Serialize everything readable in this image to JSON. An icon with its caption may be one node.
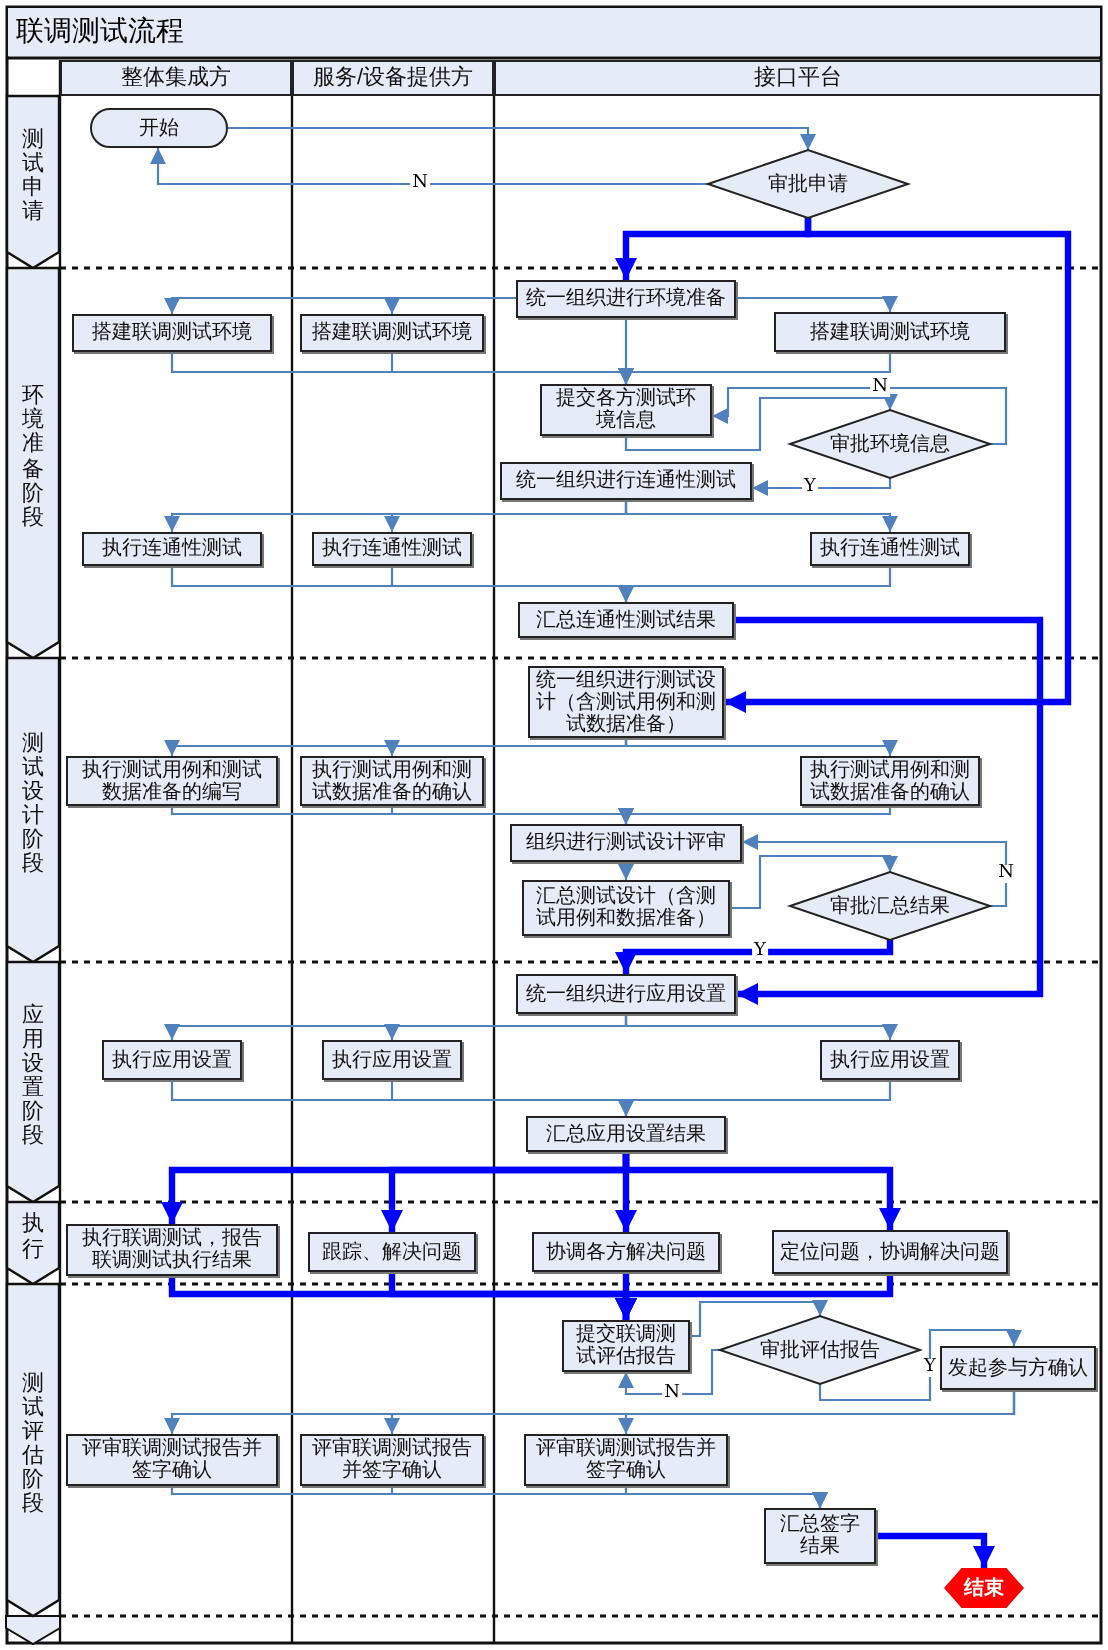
{
  "diagram": {
    "title": "联调测试流程",
    "nodes": [
      {
        "text": [
          "整体集成方"
        ]
      },
      {
        "text": [
          "服务/设备提供方"
        ]
      },
      {
        "text": [
          "接口平台"
        ]
      },
      {
        "text": [
          "测试申请"
        ]
      },
      {
        "text": [
          "环境准备阶段"
        ]
      },
      {
        "text": [
          "测试设计阶段"
        ]
      },
      {
        "text": [
          "应用设置阶段"
        ]
      },
      {
        "text": [
          "执行"
        ]
      },
      {
        "text": [
          "测试评估阶段"
        ]
      },
      {
        "text": [
          "开始"
        ]
      },
      {
        "text": [
          "审批申请"
        ]
      },
      {
        "text": [
          "统一组织进行环境准备"
        ]
      },
      {
        "text": [
          "搭建联调测试环境"
        ]
      },
      {
        "text": [
          "搭建联调测试环境"
        ]
      },
      {
        "text": [
          "搭建联调测试环境"
        ]
      },
      {
        "text": [
          "提交各方测试环境信息"
        ]
      },
      {
        "text": [
          "审批环境信息"
        ]
      },
      {
        "text": [
          "统一组织进行连通性测试"
        ]
      },
      {
        "text": [
          "执行连通性测试"
        ]
      },
      {
        "text": [
          "执行连通性测试"
        ]
      },
      {
        "text": [
          "执行连通性测试"
        ]
      },
      {
        "text": [
          "汇总连通性测试结果"
        ]
      },
      {
        "text": [
          "统一组织进行测试设计（含测试用例和测试数据准备）"
        ]
      },
      {
        "text": [
          "执行测试用例和测试数据准备的编写"
        ]
      },
      {
        "text": [
          "执行测试用例和测试数据准备的确认"
        ]
      },
      {
        "text": [
          "执行测试用例和测试数据准备的确认"
        ]
      },
      {
        "text": [
          "组织进行测试设计评审"
        ]
      },
      {
        "text": [
          "汇总测试设计（含测试用例和数据准备）"
        ]
      },
      {
        "text": [
          "审批汇总结果"
        ]
      },
      {
        "text": [
          "统一组织进行应用设置"
        ]
      },
      {
        "text": [
          "执行应用设置"
        ]
      },
      {
        "text": [
          "执行应用设置"
        ]
      },
      {
        "text": [
          "执行应用设置"
        ]
      },
      {
        "text": [
          "汇总应用设置结果"
        ]
      },
      {
        "text": [
          "执行联调测试，报告联调测试执行结果"
        ]
      },
      {
        "text": [
          "跟踪、解决问题"
        ]
      },
      {
        "text": [
          "协调各方解决问题"
        ]
      },
      {
        "text": [
          "定位问题，协调解决问题"
        ]
      },
      {
        "text": [
          "提交联调测试评估报告"
        ]
      },
      {
        "text": [
          "审批评估报告"
        ]
      },
      {
        "text": [
          "发起参与方确认"
        ]
      },
      {
        "text": [
          "评审联调测试报告并签字确认"
        ]
      },
      {
        "text": [
          "评审联调测试报告并签字确认"
        ]
      },
      {
        "text": [
          "评审联调测试报告并签字确认"
        ]
      },
      {
        "text": [
          "汇总签字结果"
        ]
      },
      {
        "text": [
          "结束"
        ]
      }
    ],
    "edges": [
      {
        "from": 9,
        "to": 10,
        "arrow": "to"
      },
      {
        "from": 10,
        "to": 9,
        "arrow": "to",
        "label": "N"
      },
      {
        "from": 10,
        "to": 11,
        "arrow": "to",
        "style": "thick",
        "color": "#0000ff"
      },
      {
        "from": 10,
        "to": 22,
        "arrow": "to",
        "style": "thick",
        "color": "#0000ff"
      },
      {
        "from": 11,
        "to": 12,
        "arrow": "to"
      },
      {
        "from": 11,
        "to": 13,
        "arrow": "to"
      },
      {
        "from": 11,
        "to": 14,
        "arrow": "to"
      },
      {
        "from": 11,
        "to": 15,
        "arrow": "to"
      },
      {
        "from": 12,
        "to": 15,
        "arrow": "to"
      },
      {
        "from": 13,
        "to": 15,
        "arrow": "to"
      },
      {
        "from": 14,
        "to": 15,
        "arrow": "to"
      },
      {
        "from": 15,
        "to": 16,
        "arrow": "to"
      },
      {
        "from": 16,
        "to": 15,
        "arrow": "to",
        "label": "N"
      },
      {
        "from": 16,
        "to": 17,
        "arrow": "to",
        "label": "Y"
      },
      {
        "from": 17,
        "to": 18,
        "arrow": "to"
      },
      {
        "from": 17,
        "to": 19,
        "arrow": "to"
      },
      {
        "from": 17,
        "to": 20,
        "arrow": "to"
      },
      {
        "from": 18,
        "to": 21,
        "arrow": "to"
      },
      {
        "from": 19,
        "to": 21,
        "arrow": "to"
      },
      {
        "from": 20,
        "to": 21,
        "arrow": "to"
      },
      {
        "from": 21,
        "to": 29,
        "arrow": "to",
        "style": "thick",
        "color": "#0000ff"
      },
      {
        "from": 22,
        "to": 23,
        "arrow": "to"
      },
      {
        "from": 22,
        "to": 24,
        "arrow": "to"
      },
      {
        "from": 22,
        "to": 25,
        "arrow": "to"
      },
      {
        "from": 23,
        "to": 26,
        "arrow": "to"
      },
      {
        "from": 24,
        "to": 26,
        "arrow": "to"
      },
      {
        "from": 25,
        "to": 26,
        "arrow": "to"
      },
      {
        "from": 26,
        "to": 27,
        "arrow": "to"
      },
      {
        "from": 27,
        "to": 28,
        "arrow": "to"
      },
      {
        "from": 28,
        "to": 26,
        "arrow": "to",
        "label": "N"
      },
      {
        "from": 28,
        "to": 29,
        "arrow": "to",
        "label": "Y",
        "style": "thick",
        "color": "#0000ff"
      },
      {
        "from": 29,
        "to": 30,
        "arrow": "to"
      },
      {
        "from": 29,
        "to": 31,
        "arrow": "to"
      },
      {
        "from": 29,
        "to": 32,
        "arrow": "to"
      },
      {
        "from": 30,
        "to": 33,
        "arrow": "to"
      },
      {
        "from": 31,
        "to": 33,
        "arrow": "to"
      },
      {
        "from": 32,
        "to": 33,
        "arrow": "to"
      },
      {
        "from": 33,
        "to": 34,
        "arrow": "to",
        "style": "thick",
        "color": "#0000ff"
      },
      {
        "from": 33,
        "to": 35,
        "arrow": "to",
        "style": "thick",
        "color": "#0000ff"
      },
      {
        "from": 33,
        "to": 36,
        "arrow": "to",
        "style": "thick",
        "color": "#0000ff"
      },
      {
        "from": 33,
        "to": 37,
        "arrow": "to",
        "style": "thick",
        "color": "#0000ff"
      },
      {
        "from": 34,
        "to": 38,
        "arrow": "to",
        "style": "thick",
        "color": "#0000ff"
      },
      {
        "from": 35,
        "to": 38,
        "arrow": "to",
        "style": "thick",
        "color": "#0000ff"
      },
      {
        "from": 36,
        "to": 38,
        "arrow": "to",
        "style": "thick",
        "color": "#0000ff"
      },
      {
        "from": 37,
        "to": 38,
        "arrow": "to",
        "style": "thick",
        "color": "#0000ff"
      },
      {
        "from": 38,
        "to": 39,
        "arrow": "to"
      },
      {
        "from": 39,
        "to": 38,
        "arrow": "to",
        "label": "N"
      },
      {
        "from": 39,
        "to": 40,
        "arrow": "to",
        "label": "Y"
      },
      {
        "from": 40,
        "to": 41,
        "arrow": "to"
      },
      {
        "from": 40,
        "to": 42,
        "arrow": "to"
      },
      {
        "from": 40,
        "to": 43,
        "arrow": "to"
      },
      {
        "from": 41,
        "to": 44,
        "arrow": "to"
      },
      {
        "from": 42,
        "to": 44,
        "arrow": "to"
      },
      {
        "from": 43,
        "to": 44,
        "arrow": "to"
      },
      {
        "from": 44,
        "to": 45,
        "arrow": "to",
        "style": "thick",
        "color": "#0000ff"
      }
    ]
  }
}
